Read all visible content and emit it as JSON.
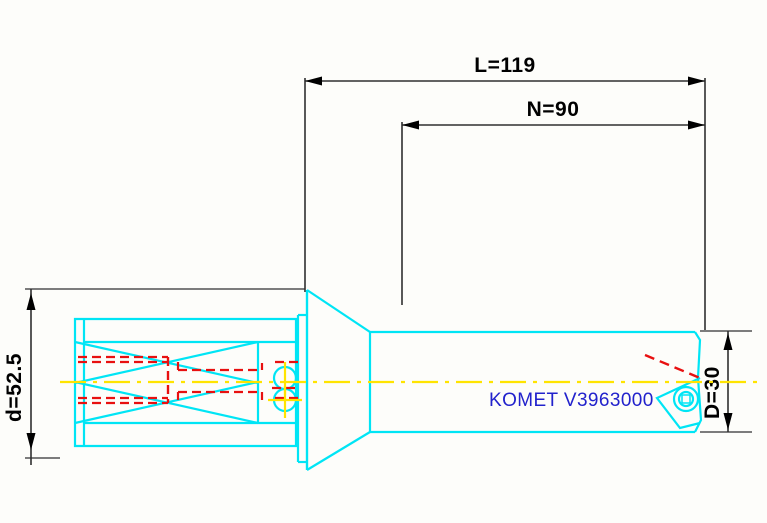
{
  "drawing": {
    "background_color": "#fdfdfa",
    "geometry_color": "#00e5f5",
    "hidden_detail_color": "#e81010",
    "centerline_color": "#ffe400",
    "dimension_color": "#303030",
    "label_color": "#2222cc"
  },
  "dimensions": {
    "overall_length": {
      "label": "L=119",
      "name": "overall-length-dimension"
    },
    "usable_length": {
      "label": "N=90",
      "name": "usable-length-dimension"
    },
    "shank_diameter": {
      "label": "d=52.5",
      "name": "shank-diameter-dimension"
    },
    "drill_diameter": {
      "label": "D=30",
      "name": "drill-diameter-dimension"
    }
  },
  "part": {
    "designation": "KOMET V3963000",
    "manufacturer": "KOMET",
    "article_number": "V3963000"
  }
}
